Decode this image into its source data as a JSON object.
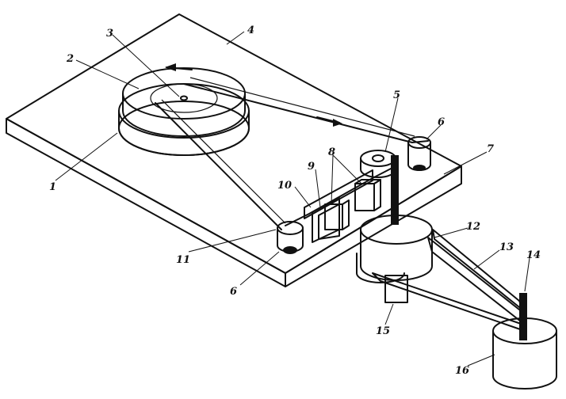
{
  "diagram": {
    "labels": {
      "l1": "1",
      "l2": "2",
      "l3": "3",
      "l4": "4",
      "l5": "5",
      "l6a": "6",
      "l6b": "6",
      "l7": "7",
      "l8": "8",
      "l9": "9",
      "l10": "10",
      "l11": "11",
      "l12": "12",
      "l13": "13",
      "l14": "14",
      "l15": "15",
      "l16": "16"
    },
    "parts": {
      "base_plate": "plate-4",
      "take_up_reel": "reel-1-2",
      "reel_hub": "hub-3",
      "guide_rollers": "rollers-6",
      "capstan_assembly": "capstan-5",
      "magnetic_heads": "heads-8-9-10",
      "flywheel": "flywheel-12",
      "drive_belts": "belts-13",
      "motor": "motor-16",
      "motor_shaft": "shaft-14"
    }
  }
}
